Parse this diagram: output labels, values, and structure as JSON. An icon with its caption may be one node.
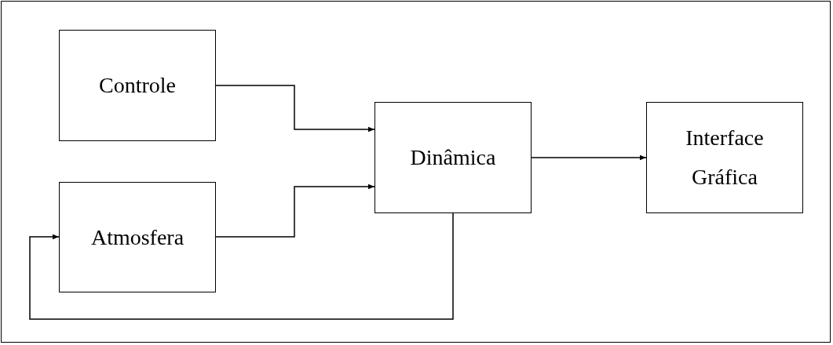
{
  "diagram": {
    "nodes": [
      {
        "text": [
          "Controle"
        ]
      },
      {
        "text": [
          "Atmosfera"
        ]
      },
      {
        "text": [
          "Dinâmica"
        ]
      },
      {
        "text": [
          "Interface Gráfica"
        ]
      }
    ],
    "edges": [
      {
        "from": 0,
        "to": 2,
        "arrow": "to"
      },
      {
        "from": 1,
        "to": 2,
        "arrow": "to"
      },
      {
        "from": 2,
        "to": 3,
        "arrow": "to"
      },
      {
        "from": 2,
        "to": 1,
        "arrow": "to"
      }
    ]
  }
}
